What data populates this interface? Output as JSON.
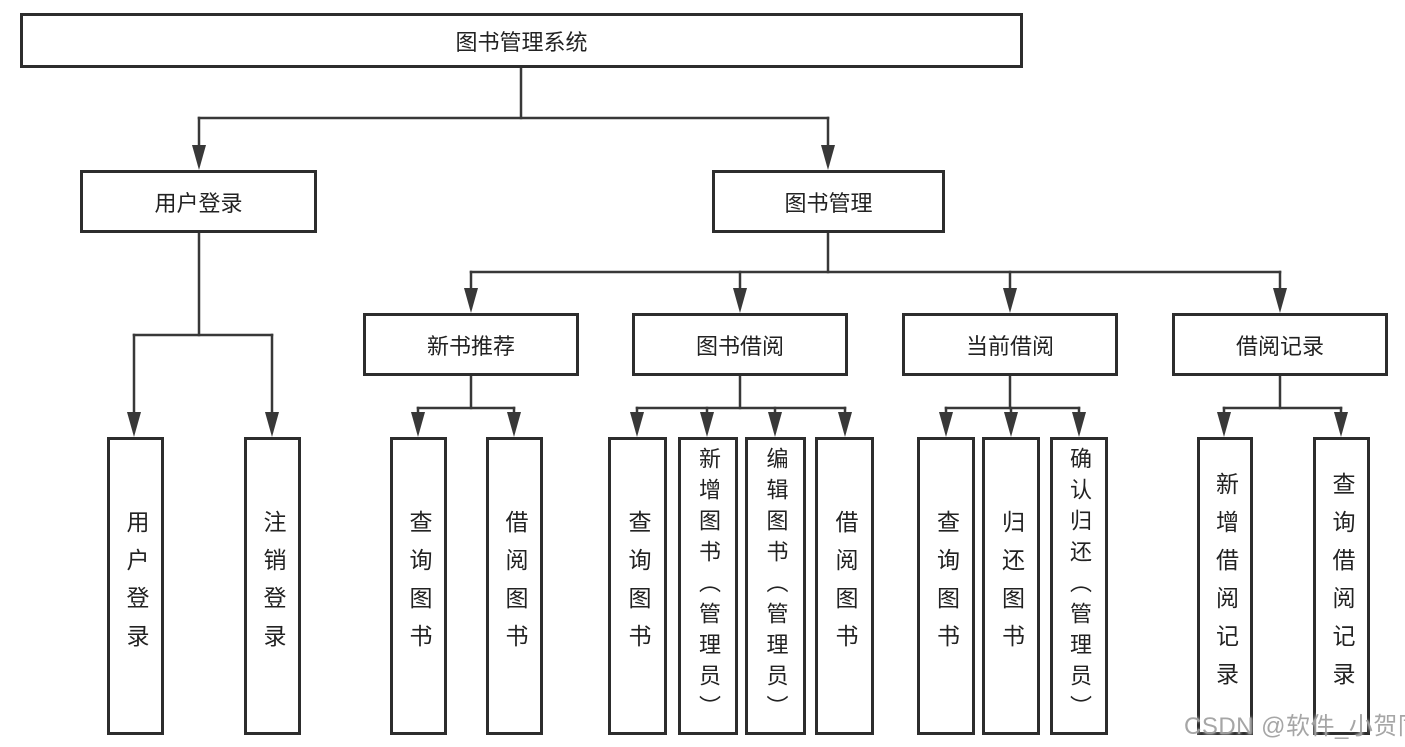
{
  "root": {
    "label": "图书管理系统"
  },
  "level2": [
    {
      "label": "用户登录"
    },
    {
      "label": "图书管理"
    }
  ],
  "user_login": {
    "children": [
      {
        "label": "用户登录"
      },
      {
        "label": "注销登录"
      }
    ]
  },
  "book_mgmt": {
    "sections": [
      {
        "label": "新书推荐",
        "children": [
          {
            "label": "查询图书"
          },
          {
            "label": "借阅图书"
          }
        ]
      },
      {
        "label": "图书借阅",
        "children": [
          {
            "label": "查询图书"
          },
          {
            "label": "新增图书（管理员）"
          },
          {
            "label": "编辑图书（管理员）"
          },
          {
            "label": "借阅图书"
          }
        ]
      },
      {
        "label": "当前借阅",
        "children": [
          {
            "label": "查询图书"
          },
          {
            "label": "归还图书"
          },
          {
            "label": "确认归还（管理员）"
          }
        ]
      },
      {
        "label": "借阅记录",
        "children": [
          {
            "label": "新增借阅记录"
          },
          {
            "label": "查询借阅记录"
          }
        ]
      }
    ]
  },
  "watermark": {
    "text": "CSDN @软件_小贺同学"
  },
  "colors": {
    "background": "#ffffff",
    "line": "#383838",
    "box_border": "#2d2d2d",
    "text": "#222222",
    "watermark": "#9e9e9e"
  }
}
